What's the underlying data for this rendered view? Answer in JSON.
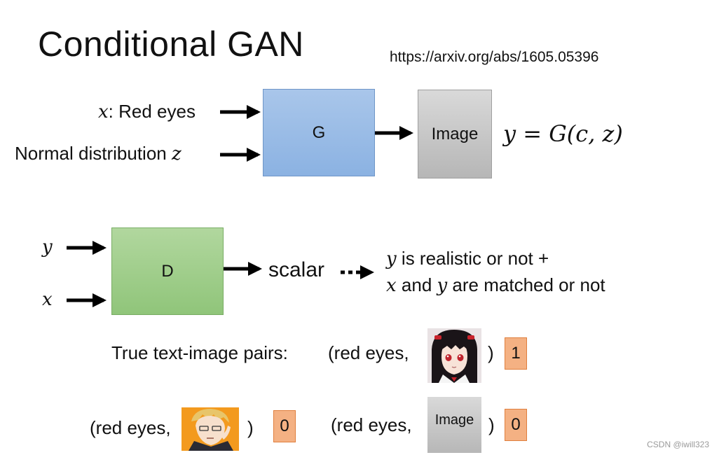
{
  "title": "Conditional GAN",
  "url": "https://arxiv.org/abs/1605.05396",
  "generator": {
    "input_x_var": "x",
    "input_x_text": ": Red eyes",
    "input_z_text": "Normal distribution ",
    "input_z_var": "z",
    "box_label": "G",
    "output_label": "Image",
    "equation": "y = G(c, z)"
  },
  "discriminator": {
    "input_y": "y",
    "input_x": "x",
    "box_label": "D",
    "output_label": "scalar",
    "desc_line1_var": "y",
    "desc_line1_text": " is realistic or not +",
    "desc_line2_var1": "x",
    "desc_line2_mid": " and ",
    "desc_line2_var2": "y",
    "desc_line2_text": " are matched or not"
  },
  "examples": {
    "true_label": "True text-image pairs:",
    "open_text": "(red eyes,",
    "close_paren": ")",
    "true_score": "1",
    "wrong_score": "0",
    "generated_image_label": "Image",
    "generated_score": "0"
  },
  "watermark": "CSDN @iwill323",
  "colors": {
    "g_box": "#9dbde6",
    "d_box": "#a5d08f",
    "image_box": "#c8c8c8",
    "score_badge": "#f4b183"
  }
}
